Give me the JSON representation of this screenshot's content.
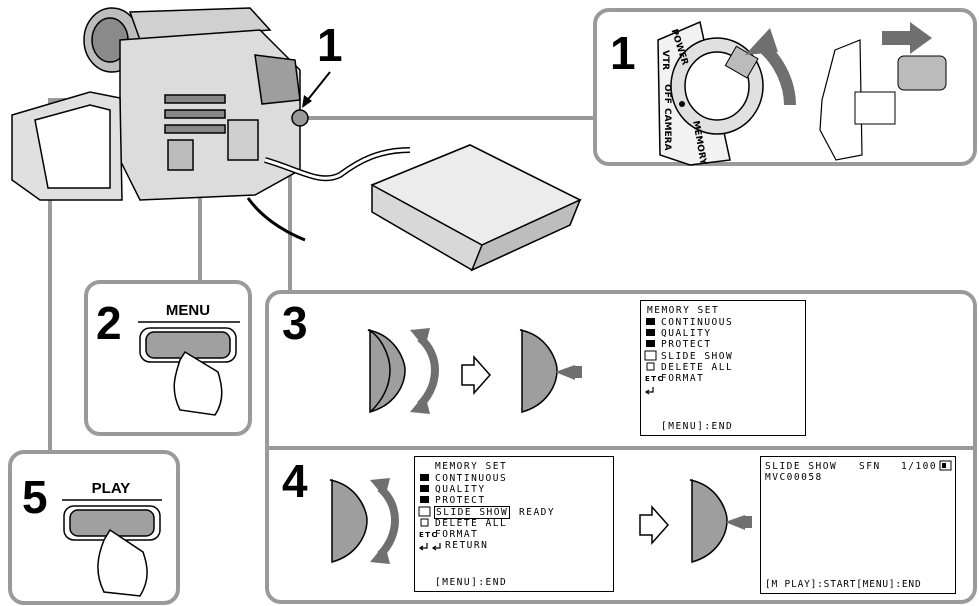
{
  "steps": {
    "s1_main": "1",
    "s1_callout": "1",
    "s2": "2",
    "s3": "3",
    "s4": "4",
    "s5": "5"
  },
  "dial": {
    "power": "POWER",
    "vtr": "VTR",
    "off": "OFF",
    "camera": "CAMERA",
    "memory": "MEMORY"
  },
  "buttons": {
    "menu": "MENU",
    "play": "PLAY"
  },
  "menu3": {
    "title": "MEMORY SET",
    "items": [
      "CONTINUOUS",
      "QUALITY",
      "PROTECT",
      "SLIDE SHOW",
      "DELETE ALL",
      "FORMAT"
    ],
    "etc": "ETC",
    "footer": "[MENU]:END"
  },
  "menu4": {
    "title": "MEMORY SET",
    "items": [
      "CONTINUOUS",
      "QUALITY",
      "PROTECT",
      "SLIDE SHOW",
      "DELETE ALL",
      "FORMAT",
      "RETURN"
    ],
    "ready": "READY",
    "etc": "ETC",
    "footer": "[MENU]:END"
  },
  "slideshow": {
    "line1_label": "SLIDE SHOW",
    "line1_mode": "SFN",
    "line1_count": "1/100",
    "filename": "MVC00058",
    "footer": "[M PLAY]:START[MENU]:END"
  },
  "icons": {
    "continuous": "continuous-icon",
    "quality": "quality-icon",
    "protect": "protect-icon",
    "slideshow": "slideshow-icon",
    "delete": "delete-icon",
    "return": "return-icon",
    "dial": "control-dial-icon",
    "hand": "pressing-hand-icon"
  }
}
